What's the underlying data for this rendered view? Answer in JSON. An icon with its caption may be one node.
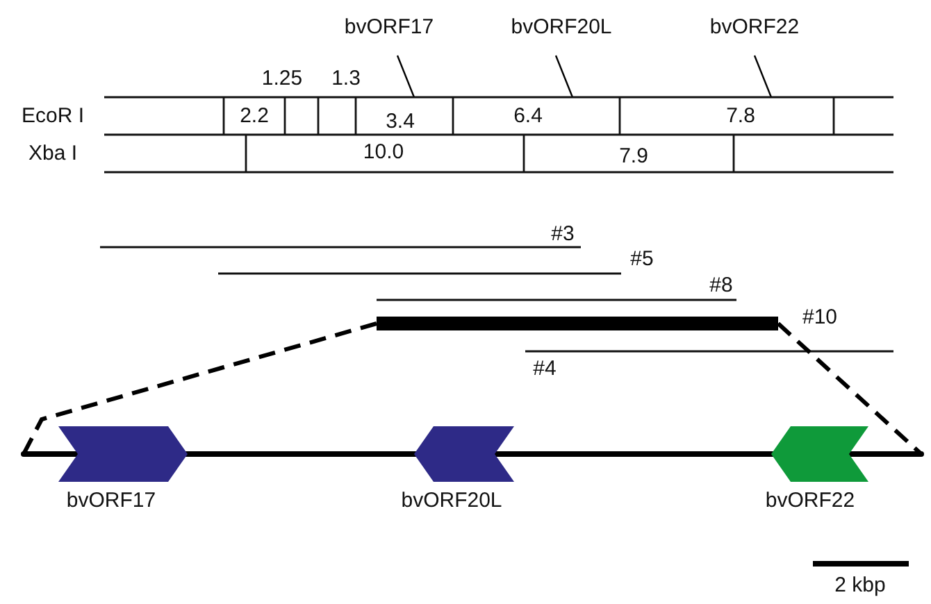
{
  "diagram": {
    "nodes": [
      {
        "text": [
          "bvORF17"
        ]
      },
      {
        "text": [
          "bvORF20L"
        ]
      },
      {
        "text": [
          "bvORF22"
        ]
      },
      {
        "text": [],
        "shape": "bar"
      },
      {
        "text": [],
        "shape": "bar"
      },
      {
        "text": [
          "bvORF17"
        ]
      },
      {
        "text": [
          "bvORF20L"
        ]
      },
      {
        "text": [
          "bvORF22"
        ]
      },
      {
        "text": [],
        "shape": "box"
      }
    ],
    "edges": [
      {
        "from": 0,
        "to": 8,
        "arrow": "none"
      },
      {
        "from": 1,
        "to": 8,
        "arrow": "none"
      },
      {
        "from": 2,
        "to": 8,
        "arrow": "none"
      },
      {
        "from": 3,
        "to": 4,
        "arrow": "none",
        "style": "dashed"
      },
      {
        "from": 3,
        "to": 4,
        "arrow": "none",
        "style": "dashed"
      }
    ],
    "labels": [
      "1.25",
      "1.3",
      "EcoR I",
      "2.2",
      "3.4",
      "6.4",
      "7.8",
      "Xba I",
      "10.0",
      "7.9",
      "#3",
      "#5",
      "#8",
      "#10",
      "#4",
      "2 kbp"
    ]
  }
}
